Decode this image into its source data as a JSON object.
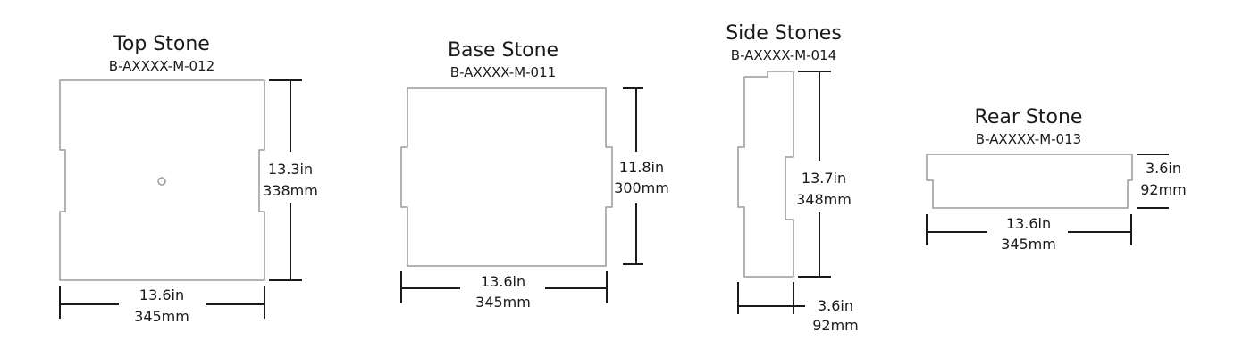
{
  "stones": [
    {
      "name": "Top Stone",
      "code": "B-AXXXX-M-012",
      "height_in": "13.3in",
      "height_mm": "338mm",
      "width_in": "13.6in",
      "width_mm": "345mm"
    },
    {
      "name": "Base Stone",
      "code": "B-AXXXX-M-011",
      "height_in": "11.8in",
      "height_mm": "300mm",
      "width_in": "13.6in",
      "width_mm": "345mm"
    },
    {
      "name": "Side Stones",
      "code": "B-AXXXX-M-014",
      "height_in": "13.7in",
      "height_mm": "348mm",
      "width_in": "3.6in",
      "width_mm": "92mm"
    },
    {
      "name": "Rear Stone",
      "code": "B-AXXXX-M-013",
      "height_in": "3.6in",
      "height_mm": "92mm",
      "width_in": "13.6in",
      "width_mm": "345mm"
    }
  ],
  "colors": {
    "outline": "#9a9a9a",
    "ink": "#1a1a1a"
  }
}
